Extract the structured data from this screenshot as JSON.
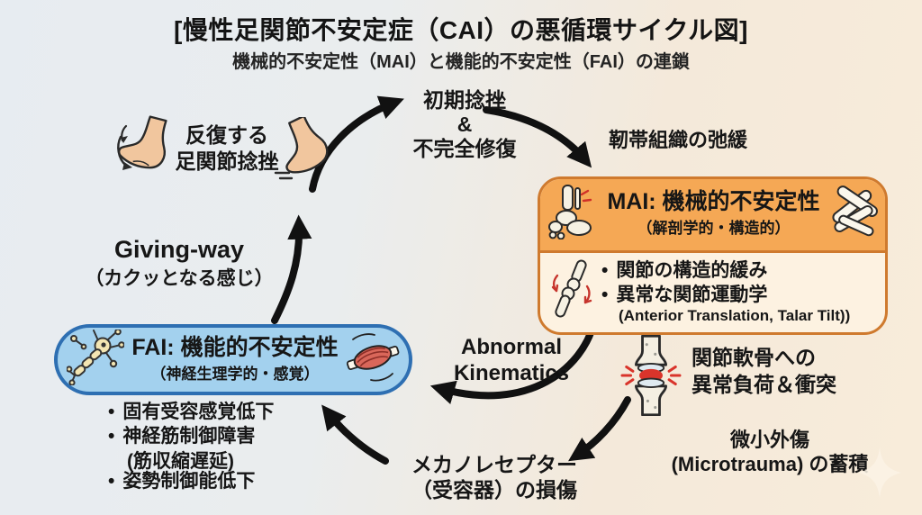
{
  "title": "[慢性足関節不安定症（CAI）の悪循環サイクル図]",
  "subtitle": "機械的不安定性（MAI）と機能的不安定性（FAI）の連鎖",
  "colors": {
    "background_left": "#e7ecf1",
    "background_right": "#f8ecda",
    "mai_border": "#cf7a2e",
    "mai_header_fill": "#f5a855",
    "mai_body_fill": "#fdf2e1",
    "fai_border": "#2e6fb2",
    "fai_fill": "#a3d1ee",
    "arrow": "#111111",
    "impact_red": "#d03028",
    "muscle_red": "#d9675a",
    "bone": "#f6f1e3",
    "skin": "#f1c69e",
    "neuron_yellow": "#f3e5b2"
  },
  "nodes": {
    "initial_sprain": {
      "line1": "初期捻挫",
      "line2": "&",
      "line3": "不完全修復"
    },
    "ligament_laxity": {
      "label": "靭帯組織の弛緩"
    },
    "mai": {
      "title": "MAI: 機械的不安定性",
      "subtitle": "（解剖学的・構造的）",
      "bullets": [
        "関節の構造的緩み",
        "異常な関節運動学"
      ],
      "note": "(Anterior Translation, Talar Tilt))"
    },
    "abnormal_kinematics": {
      "line1": "Abnormal",
      "line2": "Kinematics"
    },
    "cartilage_load": {
      "line1": "関節軟骨への",
      "line2": "異常負荷＆衝突"
    },
    "microtrauma": {
      "line1": "微小外傷",
      "line2": "(Microtrauma) の蓄積"
    },
    "mechanoreceptor": {
      "line1": "メカノレセプター",
      "line2": "（受容器）の損傷"
    },
    "fai": {
      "title": "FAI: 機能的不安定性",
      "subtitle": "（神経生理学的・感覚）",
      "bullets": [
        "固有受容感覚低下",
        "神経筋制御障害",
        "姿勢制御能低下"
      ],
      "bullet2_note": "(筋収縮遅延)"
    },
    "giving_way": {
      "line1": "Giving-way",
      "line2": "（カクッとなる感じ）"
    },
    "recurrent_sprain": {
      "line1": "反復する",
      "line2": "足関節捻挫"
    }
  },
  "icons": {
    "mai_header_left": "ankle-bones-icon",
    "mai_header_right": "ligament-icon",
    "mai_body_left": "joint-laxity-icon",
    "cartilage": "joint-impact-icon",
    "fai_header_left": "neuron-icon",
    "fai_header_right": "muscle-icon",
    "top_left_1": "foot-sprain-icon",
    "top_left_2": "foot-tiptoe-icon",
    "bottom_right": "sparkle-icon"
  }
}
